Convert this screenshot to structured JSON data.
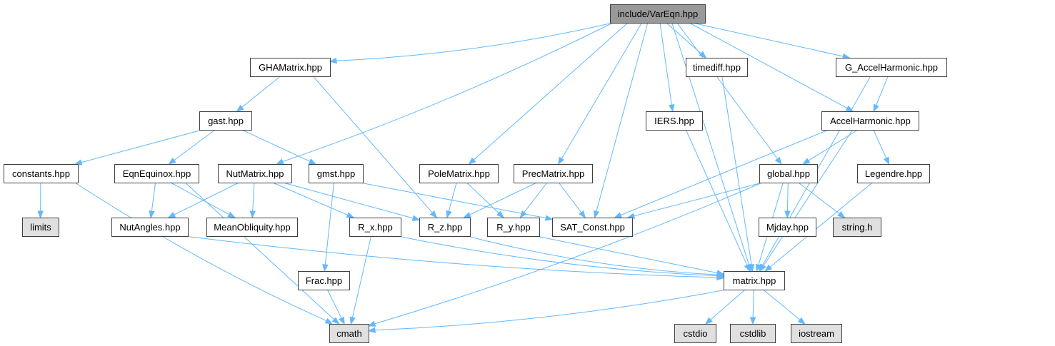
{
  "colors": {
    "root_fill": "#999999",
    "header_fill": "#ffffff",
    "system_fill": "#e0e0e0",
    "border": "#404040",
    "edge": "#63b8ff"
  },
  "nodes": [
    {
      "id": "VarEqn",
      "label": "include/VarEqn.hpp",
      "kind": "root"
    },
    {
      "id": "GHAMatrix",
      "label": "GHAMatrix.hpp",
      "kind": "header"
    },
    {
      "id": "timediff",
      "label": "timediff.hpp",
      "kind": "header"
    },
    {
      "id": "G_AccelHarmonic",
      "label": "G_AccelHarmonic.hpp",
      "kind": "header"
    },
    {
      "id": "gast",
      "label": "gast.hpp",
      "kind": "header"
    },
    {
      "id": "IERS",
      "label": "IERS.hpp",
      "kind": "header"
    },
    {
      "id": "AccelHarmonic",
      "label": "AccelHarmonic.hpp",
      "kind": "header"
    },
    {
      "id": "constants",
      "label": "constants.hpp",
      "kind": "header"
    },
    {
      "id": "EqnEquinox",
      "label": "EqnEquinox.hpp",
      "kind": "header"
    },
    {
      "id": "NutMatrix",
      "label": "NutMatrix.hpp",
      "kind": "header"
    },
    {
      "id": "gmst",
      "label": "gmst.hpp",
      "kind": "header"
    },
    {
      "id": "PoleMatrix",
      "label": "PoleMatrix.hpp",
      "kind": "header"
    },
    {
      "id": "PrecMatrix",
      "label": "PrecMatrix.hpp",
      "kind": "header"
    },
    {
      "id": "global",
      "label": "global.hpp",
      "kind": "header"
    },
    {
      "id": "Legendre",
      "label": "Legendre.hpp",
      "kind": "header"
    },
    {
      "id": "limits",
      "label": "limits",
      "kind": "system"
    },
    {
      "id": "NutAngles",
      "label": "NutAngles.hpp",
      "kind": "header"
    },
    {
      "id": "MeanObliquity",
      "label": "MeanObliquity.hpp",
      "kind": "header"
    },
    {
      "id": "R_x",
      "label": "R_x.hpp",
      "kind": "header"
    },
    {
      "id": "R_z",
      "label": "R_z.hpp",
      "kind": "header"
    },
    {
      "id": "R_y",
      "label": "R_y.hpp",
      "kind": "header"
    },
    {
      "id": "SAT_Const",
      "label": "SAT_Const.hpp",
      "kind": "header"
    },
    {
      "id": "Mjday",
      "label": "Mjday.hpp",
      "kind": "header"
    },
    {
      "id": "string_h",
      "label": "string.h",
      "kind": "system"
    },
    {
      "id": "Frac",
      "label": "Frac.hpp",
      "kind": "header"
    },
    {
      "id": "matrix",
      "label": "matrix.hpp",
      "kind": "header"
    },
    {
      "id": "cmath",
      "label": "cmath",
      "kind": "system"
    },
    {
      "id": "cstdio",
      "label": "cstdio",
      "kind": "system"
    },
    {
      "id": "cstdlib",
      "label": "cstdlib",
      "kind": "system"
    },
    {
      "id": "iostream",
      "label": "iostream",
      "kind": "system"
    }
  ],
  "edges": [
    [
      "VarEqn",
      "GHAMatrix"
    ],
    [
      "VarEqn",
      "NutMatrix"
    ],
    [
      "VarEqn",
      "PoleMatrix"
    ],
    [
      "VarEqn",
      "PrecMatrix"
    ],
    [
      "VarEqn",
      "SAT_Const"
    ],
    [
      "VarEqn",
      "IERS"
    ],
    [
      "VarEqn",
      "timediff"
    ],
    [
      "VarEqn",
      "global"
    ],
    [
      "VarEqn",
      "AccelHarmonic"
    ],
    [
      "VarEqn",
      "G_AccelHarmonic"
    ],
    [
      "VarEqn",
      "matrix"
    ],
    [
      "GHAMatrix",
      "gast"
    ],
    [
      "GHAMatrix",
      "R_z"
    ],
    [
      "gast",
      "constants"
    ],
    [
      "gast",
      "EqnEquinox"
    ],
    [
      "gast",
      "gmst"
    ],
    [
      "constants",
      "limits"
    ],
    [
      "constants",
      "cmath"
    ],
    [
      "EqnEquinox",
      "NutAngles"
    ],
    [
      "EqnEquinox",
      "MeanObliquity"
    ],
    [
      "EqnEquinox",
      "cmath"
    ],
    [
      "NutMatrix",
      "NutAngles"
    ],
    [
      "NutMatrix",
      "MeanObliquity"
    ],
    [
      "NutMatrix",
      "R_x"
    ],
    [
      "NutMatrix",
      "R_z"
    ],
    [
      "gmst",
      "Frac"
    ],
    [
      "gmst",
      "SAT_Const"
    ],
    [
      "PoleMatrix",
      "R_z"
    ],
    [
      "PoleMatrix",
      "R_y"
    ],
    [
      "PrecMatrix",
      "R_z"
    ],
    [
      "PrecMatrix",
      "R_y"
    ],
    [
      "PrecMatrix",
      "SAT_Const"
    ],
    [
      "timediff",
      "matrix"
    ],
    [
      "IERS",
      "matrix"
    ],
    [
      "G_AccelHarmonic",
      "AccelHarmonic"
    ],
    [
      "G_AccelHarmonic",
      "matrix"
    ],
    [
      "AccelHarmonic",
      "global"
    ],
    [
      "AccelHarmonic",
      "Legendre"
    ],
    [
      "AccelHarmonic",
      "SAT_Const"
    ],
    [
      "AccelHarmonic",
      "matrix"
    ],
    [
      "global",
      "SAT_Const"
    ],
    [
      "global",
      "Mjday"
    ],
    [
      "global",
      "string_h"
    ],
    [
      "global",
      "matrix"
    ],
    [
      "global",
      "cmath"
    ],
    [
      "Legendre",
      "matrix"
    ],
    [
      "NutAngles",
      "matrix"
    ],
    [
      "R_x",
      "matrix"
    ],
    [
      "R_x",
      "cmath"
    ],
    [
      "R_z",
      "matrix"
    ],
    [
      "R_y",
      "matrix"
    ],
    [
      "Frac",
      "cmath"
    ],
    [
      "matrix",
      "cmath"
    ],
    [
      "matrix",
      "cstdio"
    ],
    [
      "matrix",
      "cstdlib"
    ],
    [
      "matrix",
      "iostream"
    ]
  ]
}
